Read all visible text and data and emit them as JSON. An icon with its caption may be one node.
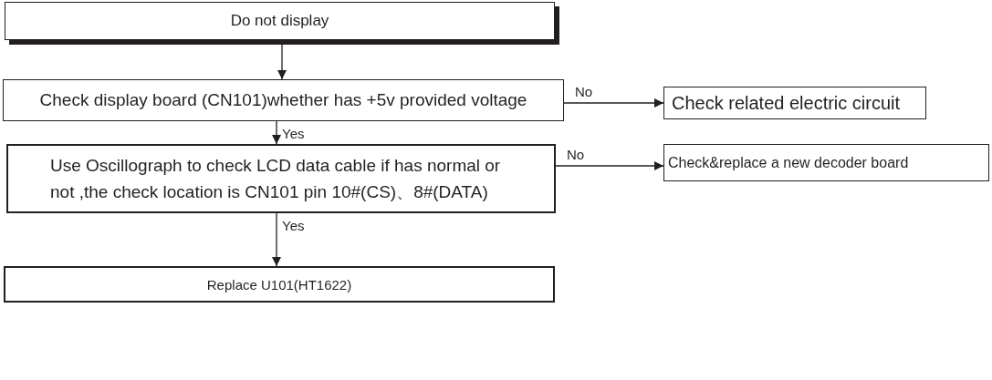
{
  "diagram": {
    "nodes": [
      {
        "text": [
          "Do not display"
        ]
      },
      {
        "text": [
          "Check display board (CN101)whether has +5v provided voltage"
        ]
      },
      {
        "text": [
          "Check related electric circuit"
        ]
      },
      {
        "text": [
          "Use Oscillograph to check LCD data cable if has normal or not ,the check location is CN101 pin 10#(CS)、8#(DATA)"
        ]
      },
      {
        "text": [
          "Check&replace a new decoder board"
        ]
      },
      {
        "text": [
          "Replace U101(HT1622)"
        ]
      }
    ],
    "edges": [
      {
        "from": 0,
        "to": 1,
        "arrow": "to"
      },
      {
        "from": 1,
        "to": 2,
        "arrow": "to",
        "label": "No"
      },
      {
        "from": 1,
        "to": 3,
        "arrow": "to",
        "label": "Yes"
      },
      {
        "from": 3,
        "to": 4,
        "arrow": "to",
        "label": "No"
      },
      {
        "from": 3,
        "to": 5,
        "arrow": "to",
        "label": "Yes"
      }
    ]
  }
}
